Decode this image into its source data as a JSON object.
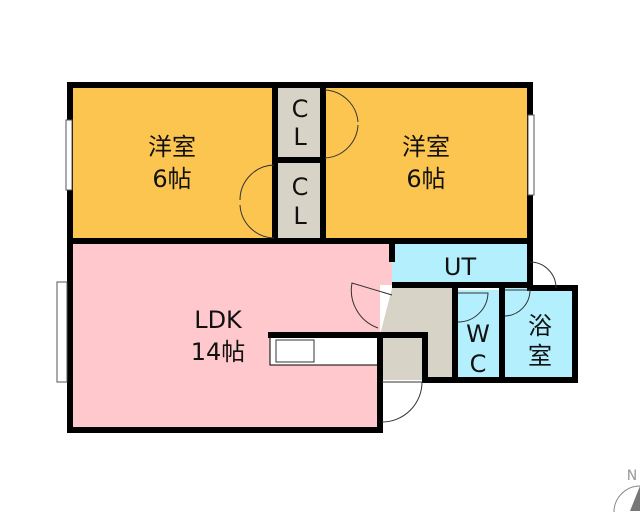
{
  "rooms": {
    "western_left": {
      "name": "洋室",
      "size": "6帖"
    },
    "western_right": {
      "name": "洋室",
      "size": "6帖"
    },
    "ldk": {
      "name": "LDK",
      "size": "14帖"
    },
    "closet_upper": {
      "line1": "C",
      "line2": "L"
    },
    "closet_lower": {
      "line1": "C",
      "line2": "L"
    },
    "utility": {
      "name": "UT"
    },
    "toilet": {
      "line1": "W",
      "line2": "C"
    },
    "bath": {
      "line1": "浴",
      "line2": "室"
    }
  },
  "compass": {
    "label": "N"
  },
  "colors": {
    "western": "#fbc54f",
    "ldk": "#fec8cc",
    "wet": "#b3effd",
    "hall": "#d7d3c6",
    "wall": "#000000"
  }
}
